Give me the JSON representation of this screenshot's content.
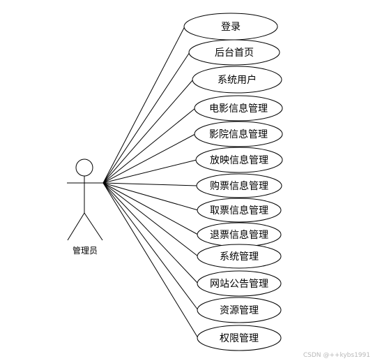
{
  "actor": {
    "label": "管理员"
  },
  "use_cases": [
    {
      "label": "登录"
    },
    {
      "label": "后台首页"
    },
    {
      "label": "系统用户"
    },
    {
      "label": "电影信息管理"
    },
    {
      "label": "影院信息管理"
    },
    {
      "label": "放映信息管理"
    },
    {
      "label": "购票信息管理"
    },
    {
      "label": "取票信息管理"
    },
    {
      "label": "退票信息管理"
    },
    {
      "label": "系统管理"
    },
    {
      "label": "网站公告管理"
    },
    {
      "label": "资源管理"
    },
    {
      "label": "权限管理"
    }
  ],
  "watermark": "CSDN @++kybs1991"
}
